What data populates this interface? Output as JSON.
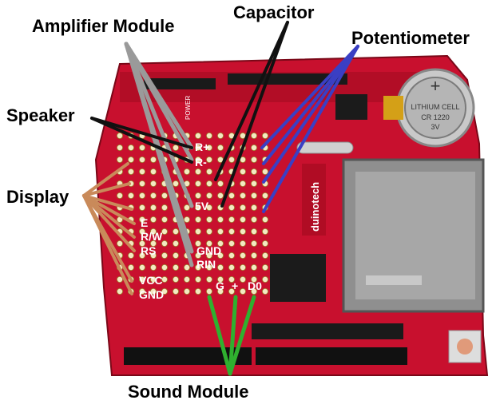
{
  "callouts": {
    "amplifier": "Amplifier Module",
    "capacitor": "Capacitor",
    "potentiometer": "Potentiometer",
    "speaker": "Speaker",
    "display": "Display",
    "sound": "Sound Module"
  },
  "pins": {
    "r_plus": "R+",
    "r_minus": "R-",
    "v5": "5V",
    "e": "E",
    "rw": "R/W",
    "rs": "RS",
    "gnd_right": "GND",
    "rin": "RIN",
    "vcc": "VCC",
    "gnd_left": "GND",
    "g": "G",
    "plus": "+",
    "d0": "D0"
  },
  "board": {
    "brand": "duinotech",
    "battery_line1": "LITHIUM CELL",
    "battery_line2": "CR 1220",
    "battery_line3": "3V",
    "power_label": "POWER"
  },
  "colors": {
    "board_red": "#c8102e",
    "board_dark": "#8e0a1c",
    "wire_black": "#111111",
    "wire_gray": "#9a9a9a",
    "wire_blue": "#3a3fc4",
    "wire_brown": "#c98a5a",
    "wire_green": "#2fb02f"
  }
}
